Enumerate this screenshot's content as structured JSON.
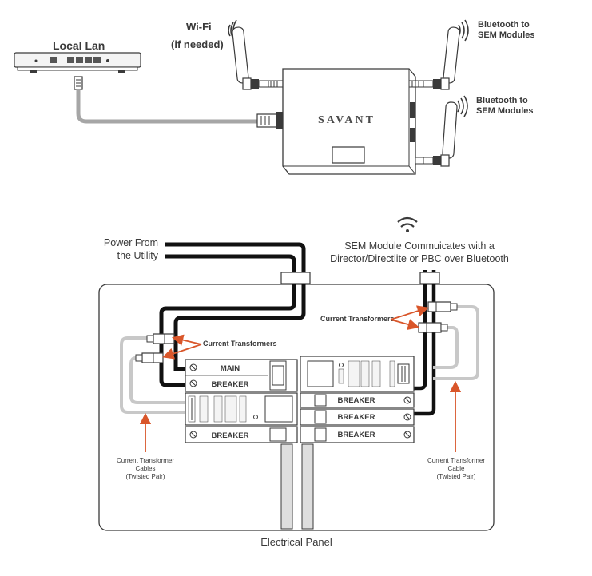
{
  "network": {
    "local_lan": "Local Lan",
    "wifi_line1": "Wi-Fi",
    "wifi_line2": "(if needed)",
    "bt_top_line1": "Bluetooth to",
    "bt_top_line2": "SEM Modules",
    "bt_mid_line1": "Bluetooth to",
    "bt_mid_line2": "SEM Modules",
    "brand": "SAVANT"
  },
  "panel": {
    "power_line1": "Power From",
    "power_line2": "the Utility",
    "sem_line1": "SEM Module Commuicates with a",
    "sem_line2": "Director/Directlite or PBC over Bluetooth",
    "ct_right_label": "Current Transformers",
    "ct_left_label": "Current Transformers",
    "main_breaker_line1": "MAIN",
    "main_breaker_line2": "BREAKER",
    "breaker_left_bottom": "BREAKER",
    "breaker_right_1": "BREAKER",
    "breaker_right_2": "BREAKER",
    "breaker_right_3": "BREAKER",
    "cable_left_line1": "Current Transformer",
    "cable_left_line2": "Cables",
    "cable_left_line3": "(Twisted Pair)",
    "cable_right_line1": "Current Transformer",
    "cable_right_line2": "Cable",
    "cable_right_line3": "(Twisted Pair)",
    "panel_caption": "Electrical Panel"
  },
  "colors": {
    "accent_arrow": "#d9562a",
    "cable_gray": "#a6a6a6",
    "ct_cable": "#c8c8c8",
    "outline": "#3a3a3a",
    "text": "#3a3a3a"
  }
}
